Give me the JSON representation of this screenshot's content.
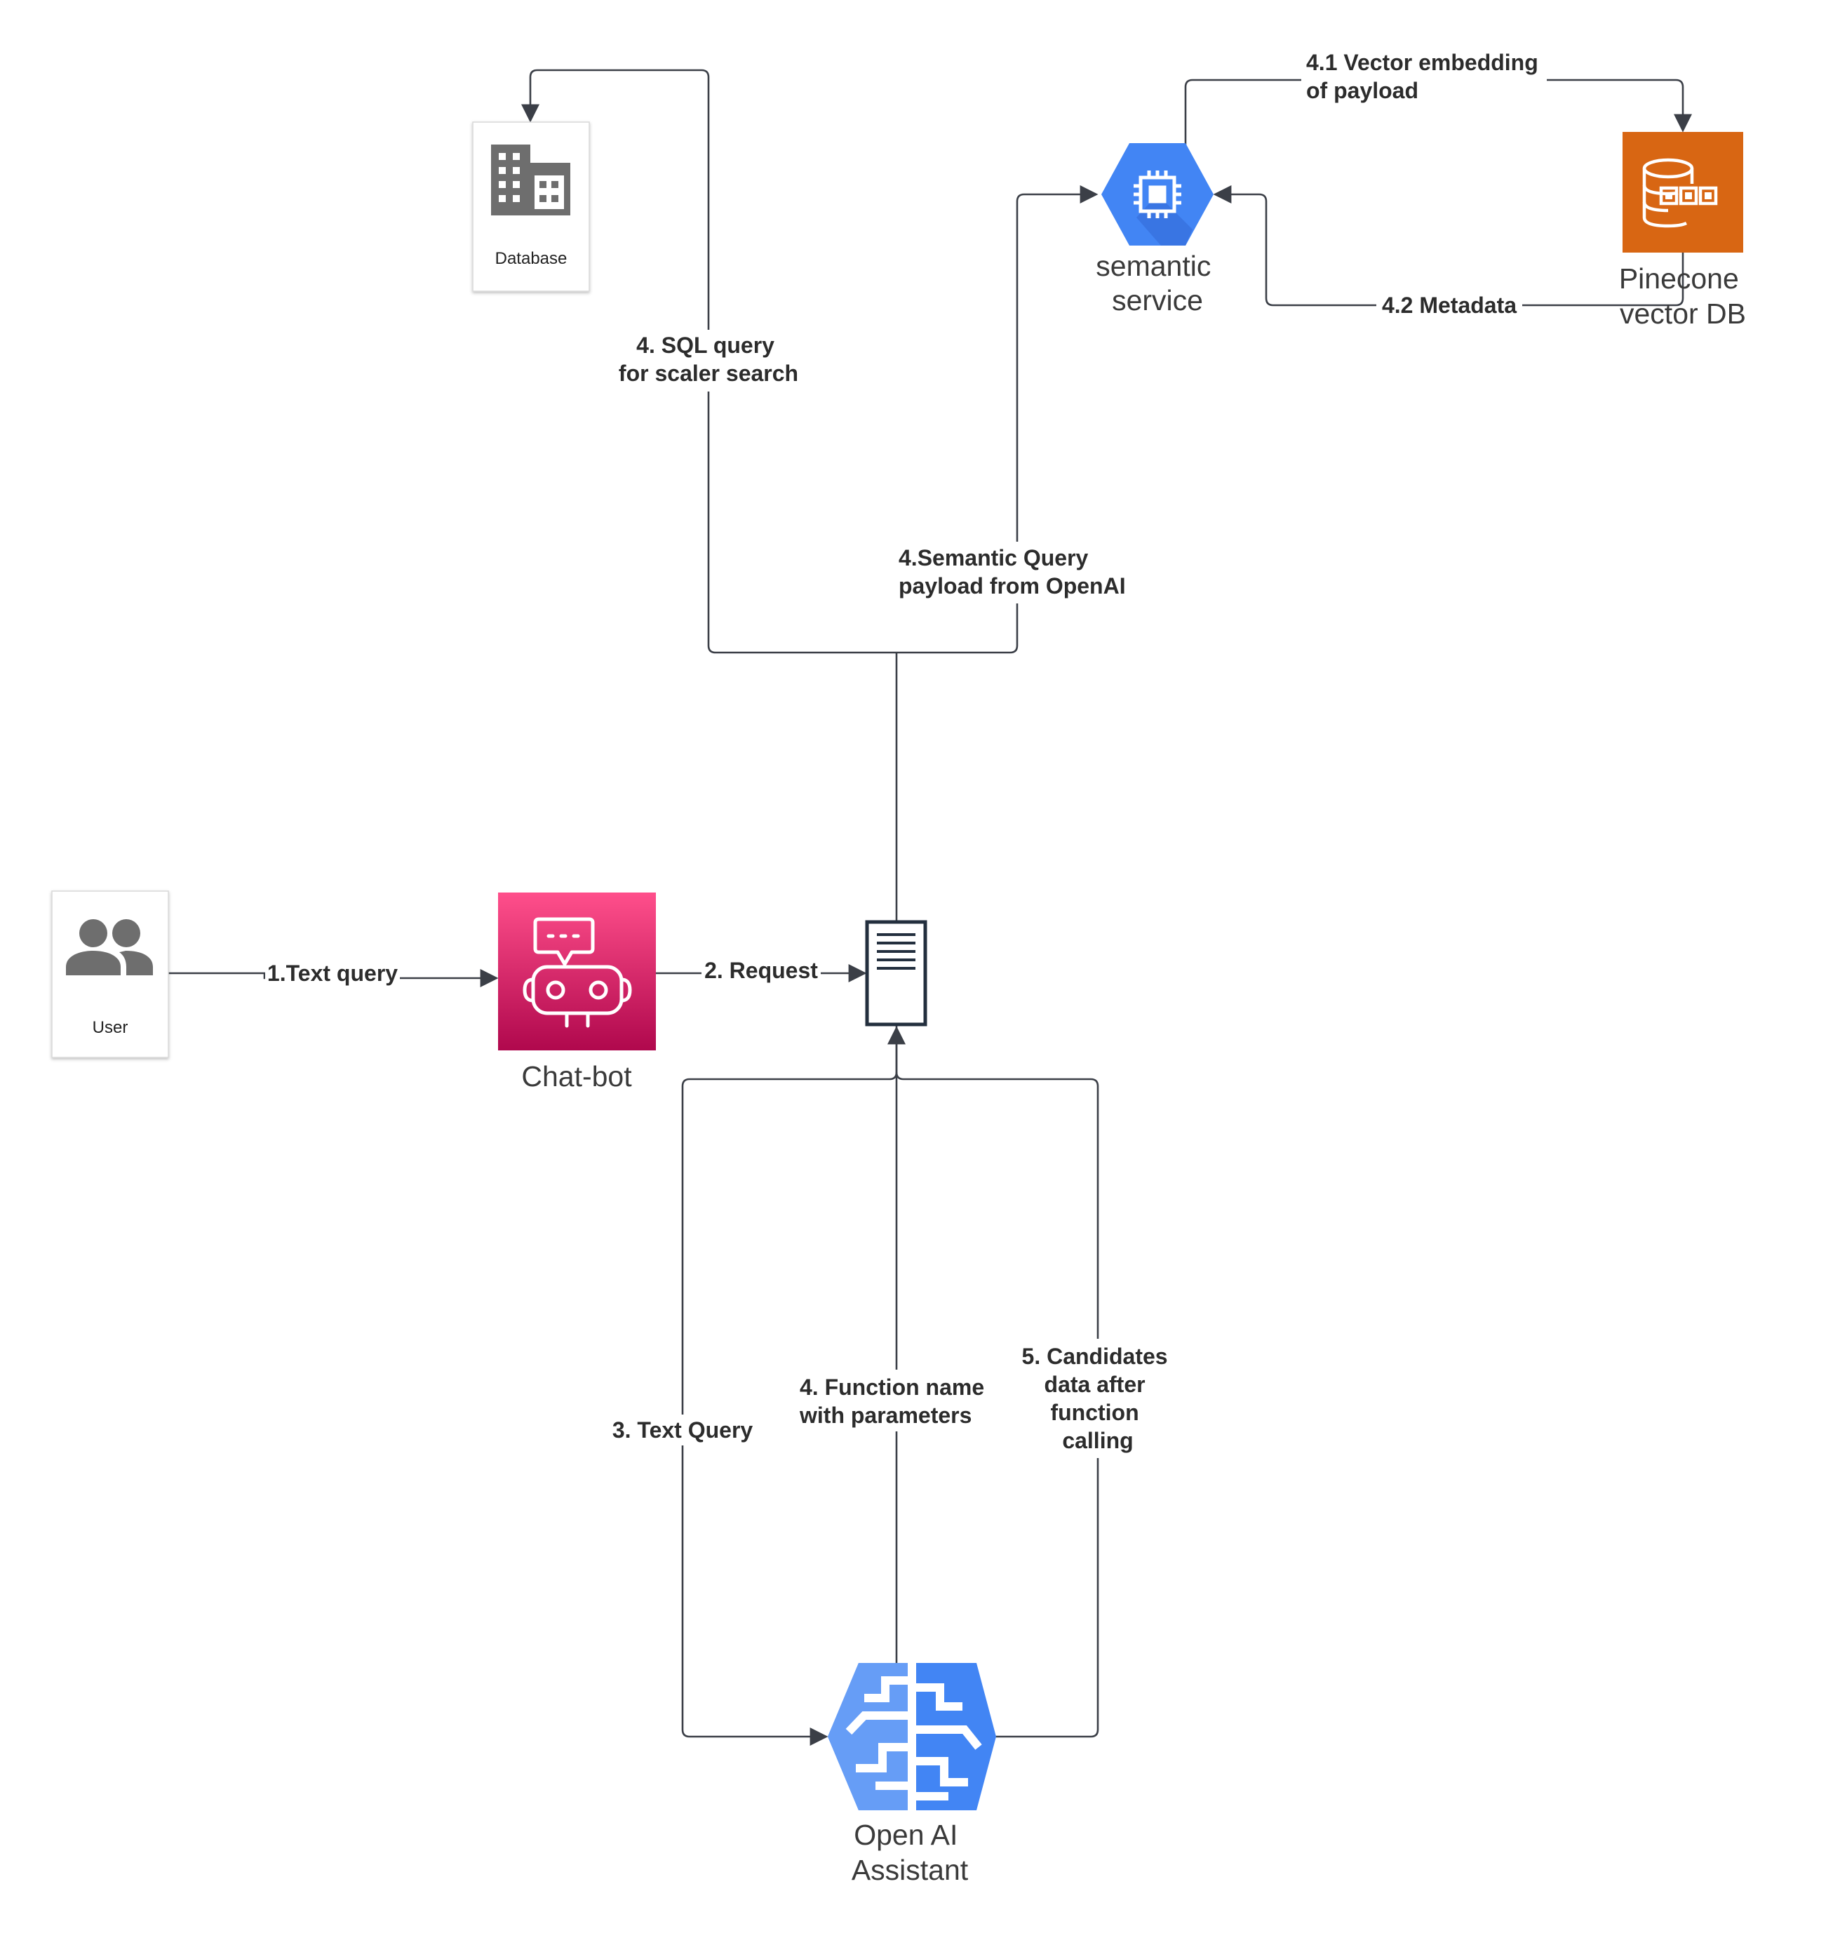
{
  "nodes": {
    "user": {
      "label": "User"
    },
    "database": {
      "label": "Database"
    },
    "chatbot": {
      "label": "Chat-bot"
    },
    "semantic_service": {
      "label_line1": "semantic",
      "label_line2": "service"
    },
    "pinecone": {
      "label_line1": "Pinecone",
      "label_line2": "vector DB"
    },
    "openai": {
      "label_line1": "Open AI",
      "label_line2": "Assistant"
    }
  },
  "edges": {
    "text_query": "1.Text query",
    "request": "2. Request",
    "text_query_3": "3. Text Query",
    "sql_query": {
      "line1": "4. SQL query",
      "line2": "for scaler search"
    },
    "semantic_query": {
      "line1": "4.Semantic Query",
      "line2": "payload from OpenAI"
    },
    "vector_embedding": {
      "line1": "4.1 Vector embedding",
      "line2": "of payload"
    },
    "metadata": "4.2 Metadata",
    "function_name": {
      "line1": "4. Function name",
      "line2": "with parameters"
    },
    "candidates": {
      "line1": "5. Candidates",
      "line2": "data after",
      "line3": "function",
      "line4": "calling"
    }
  },
  "colors": {
    "edge": "#3b3f47",
    "chatbot_gradient_top": "#ff4f8b",
    "chatbot_gradient_bottom": "#b0084d",
    "gcp_blue": "#4285f4",
    "gcp_blue_dark": "#3367d6",
    "pinecone_orange": "#d86613",
    "icon_gray": "#6e6e6e",
    "server_navy": "#232f3e"
  }
}
